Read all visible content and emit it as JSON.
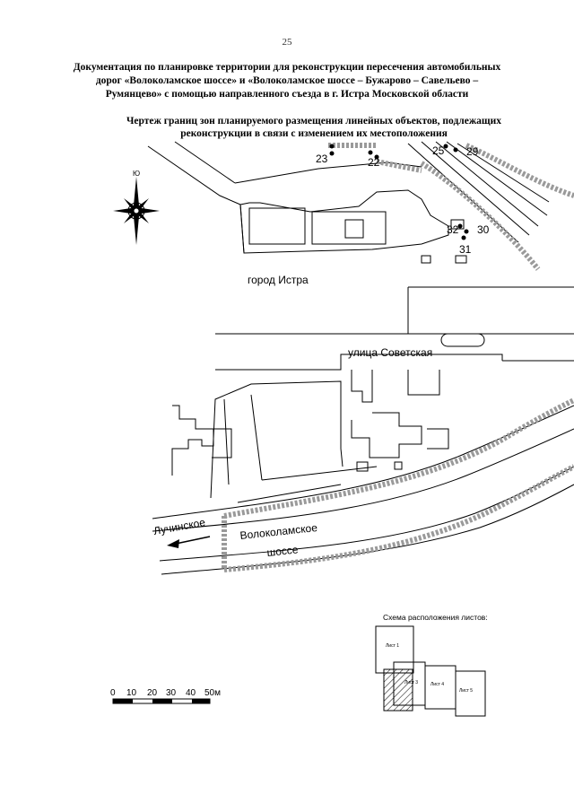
{
  "page_number": "25",
  "document_title": [
    "Документация по планировке территории для реконструкции пересечения автомобильных",
    "дорог «Волоколамское шоссе» и «Волоколамское шоссе – Бужарово – Савельево –",
    "Румянцево» с помощью направленного съезда в г. Истра Московской области"
  ],
  "drawing_title": [
    "Чертеж границ зон планируемого размещения линейных объектов, подлежащих",
    "реконструкции в связи с изменением их местоположения"
  ],
  "map_labels": {
    "city": "город Истра",
    "street": "улица Советская",
    "highway_line1": "Волоколамское",
    "highway_line2": "шоссе",
    "direction": "Лучинское",
    "north": "Ю"
  },
  "points": [
    {
      "label": "23"
    },
    {
      "label": "22"
    },
    {
      "label": "25"
    },
    {
      "label": "29"
    },
    {
      "label": "32"
    },
    {
      "label": "30"
    },
    {
      "label": "31"
    }
  ],
  "scale_bar": {
    "ticks": [
      "0",
      "10",
      "20",
      "30",
      "40",
      "50м"
    ]
  },
  "sheet_scheme": {
    "title": "Схема расположения листов:",
    "sheets": [
      "Лист 1",
      "Лист 3",
      "Лист 4",
      "Лист 5"
    ]
  },
  "colors": {
    "ink": "#000000",
    "zone_boundary": "#9a9a9a"
  }
}
